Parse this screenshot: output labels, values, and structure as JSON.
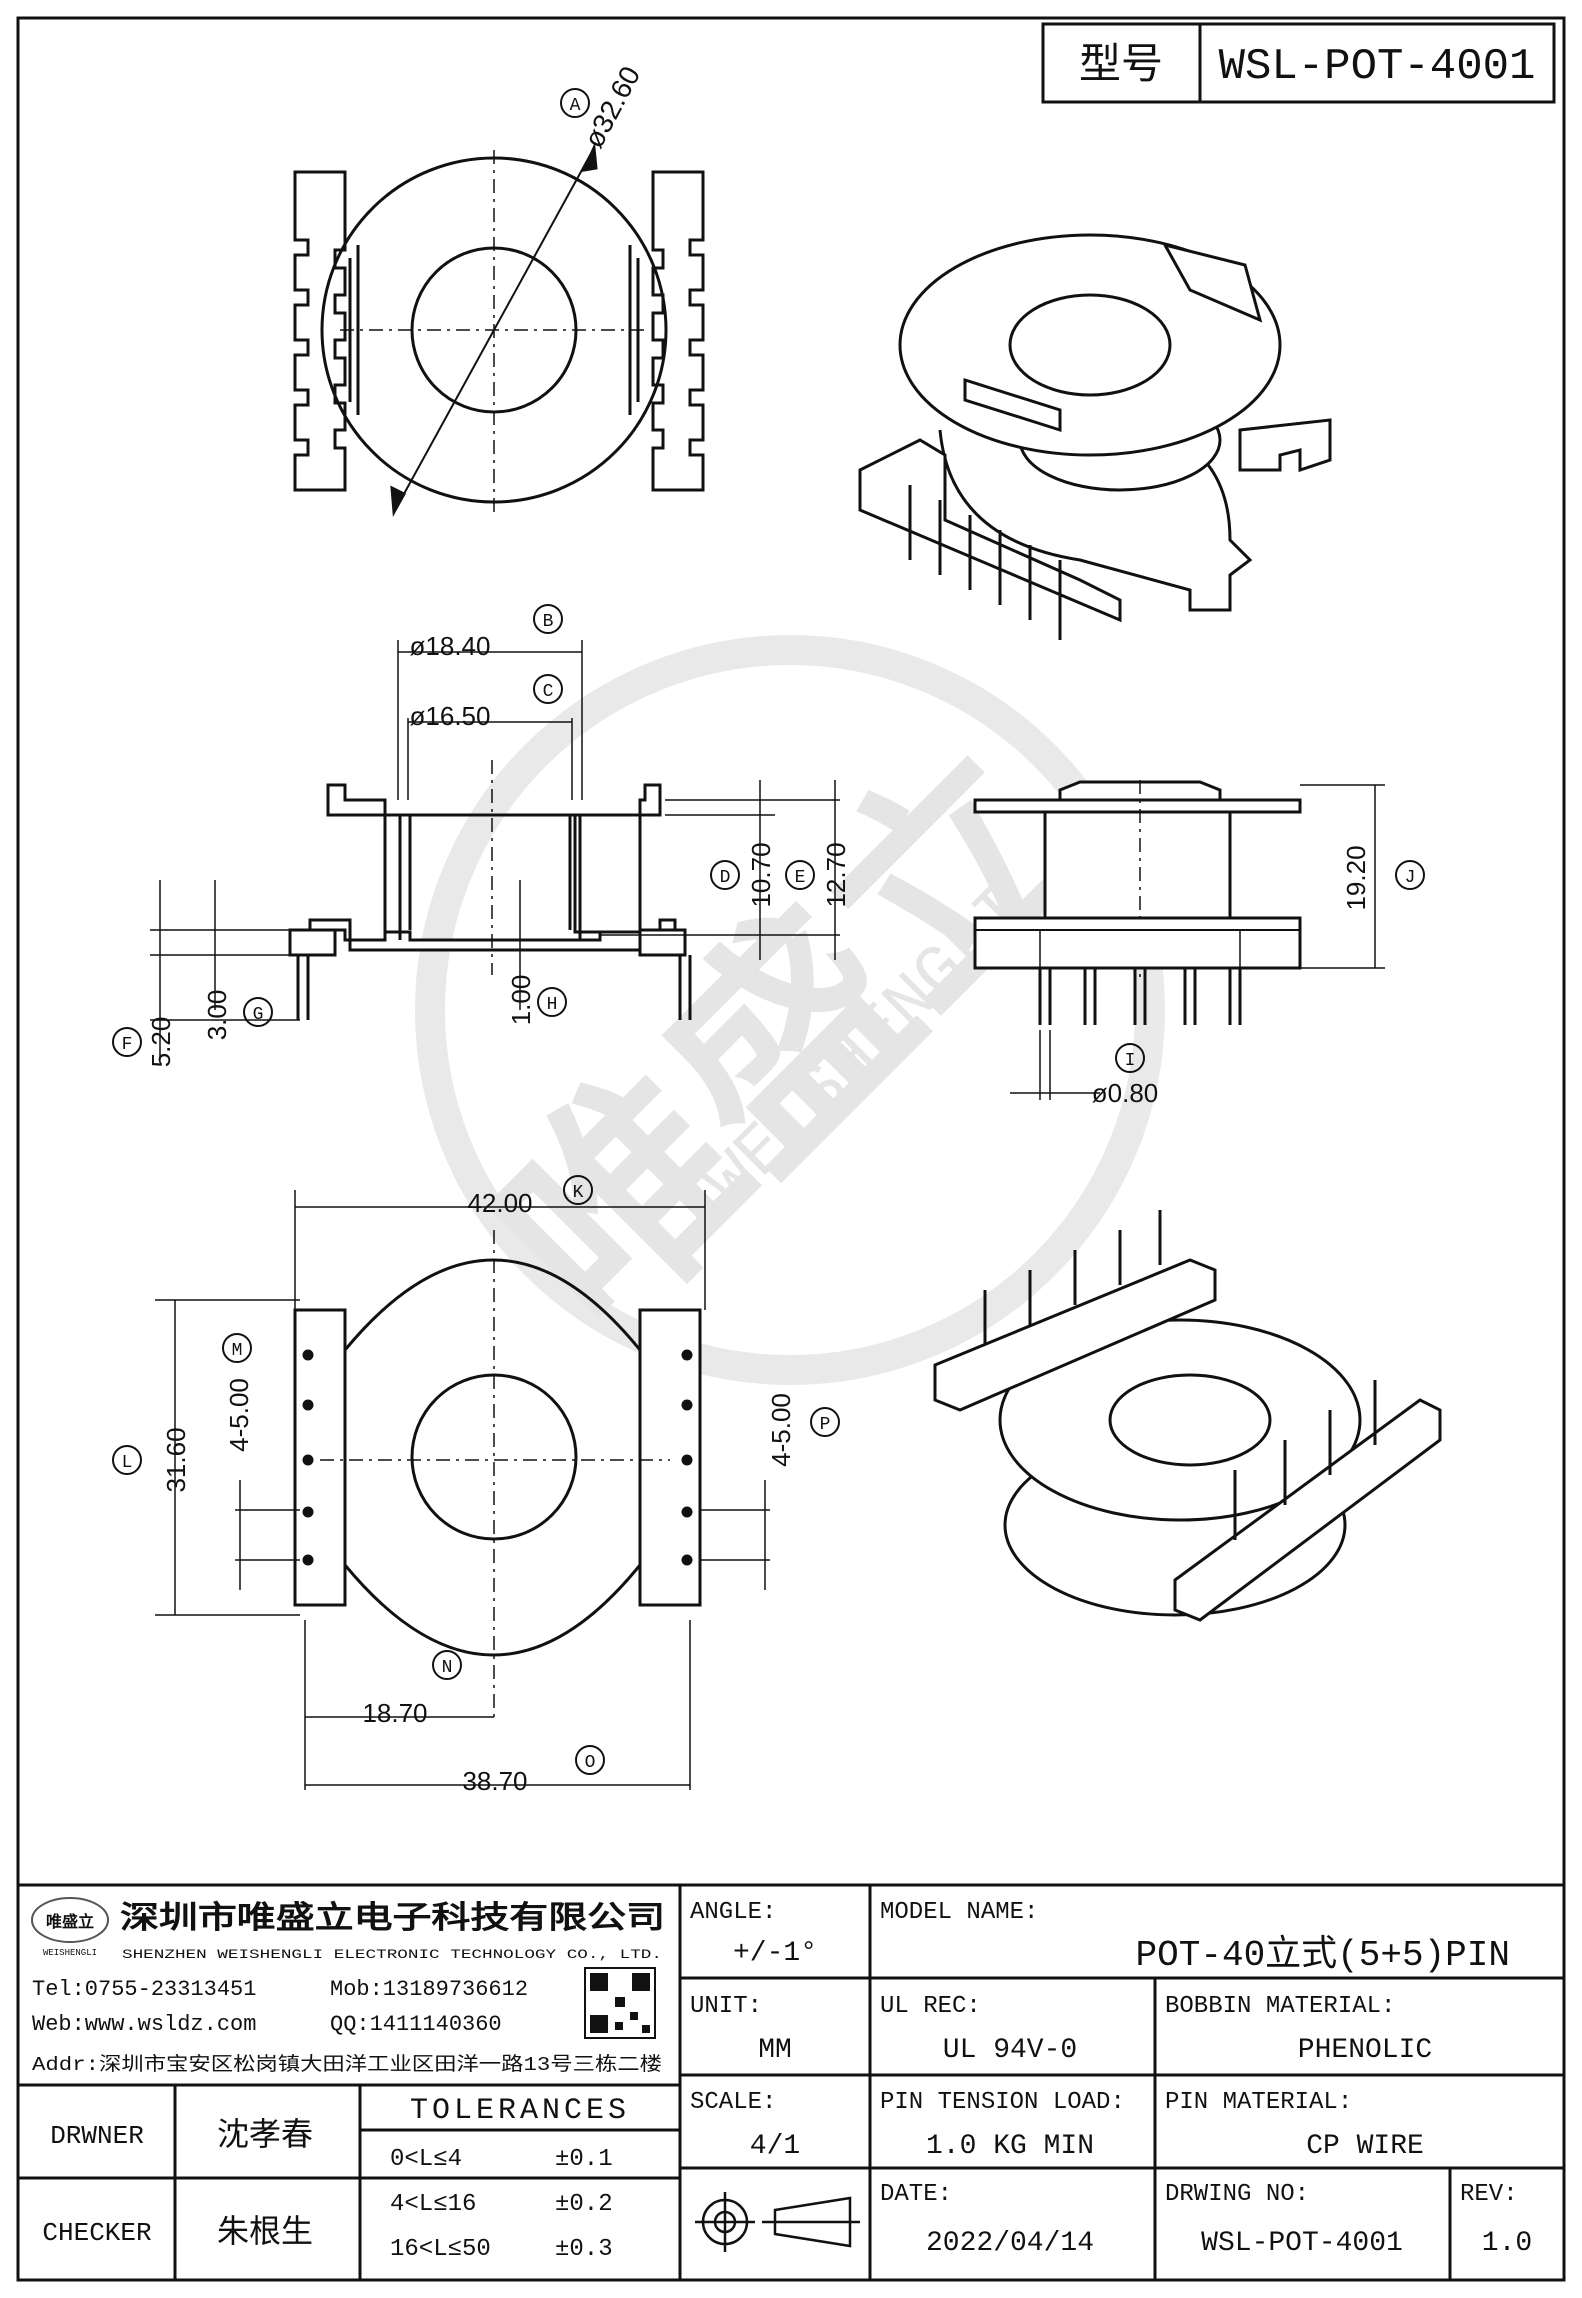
{
  "title_block_top": {
    "label": "型号",
    "part_no": "WSL-POT-4001"
  },
  "company": {
    "logo_text": "唯盛立",
    "logo_sub": "WEISHENGLI",
    "name_cn": "深圳市唯盛立电子科技有限公司",
    "name_en": "SHENZHEN WEISHENGLI ELECTRONIC TECHNOLOGY CO., LTD.",
    "tel": "Tel:0755-23313451",
    "mob": "Mob:13189736612",
    "web": "Web:www.wsldz.com",
    "qq": "QQ:1411140360",
    "addr": "Addr:深圳市宝安区松岗镇大田洋工业区田洋一路13号三栋二楼"
  },
  "dimensions": {
    "A": "A",
    "A_val": "ø32.60",
    "B": "B",
    "B_val": "ø18.40",
    "C": "C",
    "C_val": "ø16.50",
    "D": "D",
    "D_val": "10.70",
    "E": "E",
    "E_val": "12.70",
    "F": "F",
    "F_val": "5.20",
    "G": "G",
    "G_val": "3.00",
    "H": "H",
    "H_val": "1.00",
    "I": "I",
    "I_val": "ø0.80",
    "J": "J",
    "J_val": "19.20",
    "K": "K",
    "K_val": "42.00",
    "L": "L",
    "L_val": "31.60",
    "M": "M",
    "M_val": "4-5.00",
    "N": "N",
    "N_val": "18.70",
    "O": "O",
    "O_val": "38.70",
    "P": "P",
    "P_val": "4-5.00"
  },
  "watermark": {
    "cn": "唯盛立",
    "en": "WEISHENGLI"
  },
  "spec": {
    "angle_label": "ANGLE:",
    "angle_val": "+/-1°",
    "model_label": "MODEL NAME:",
    "model_val": "POT-40立式(5+5)PIN",
    "unit_label": "UNIT:",
    "unit_val": "MM",
    "ul_label": "UL REC:",
    "ul_val": "UL 94V-0",
    "bobbin_label": "BOBBIN MATERIAL:",
    "bobbin_val": "PHENOLIC",
    "scale_label": "SCALE:",
    "scale_val": "4/1",
    "tension_label": "PIN TENSION LOAD:",
    "tension_val": "1.0 KG MIN",
    "pinmat_label": "PIN MATERIAL:",
    "pinmat_val": "CP WIRE",
    "date_label": "DATE:",
    "date_val": "2022/04/14",
    "drwno_label": "DRWING NO:",
    "drwno_val": "WSL-POT-4001",
    "rev_label": "REV:",
    "rev_val": "1.0",
    "drawer_label": "DRWNER",
    "drawer_val": "沈孝春",
    "checker_label": "CHECKER",
    "checker_val": "朱根生",
    "tol_title": "TOLERANCES",
    "tol_rows": [
      {
        "range": "0<L≤4",
        "tol": "±0.1"
      },
      {
        "range": "4<L≤16",
        "tol": "±0.2"
      },
      {
        "range": "16<L≤50",
        "tol": "±0.3"
      }
    ]
  }
}
